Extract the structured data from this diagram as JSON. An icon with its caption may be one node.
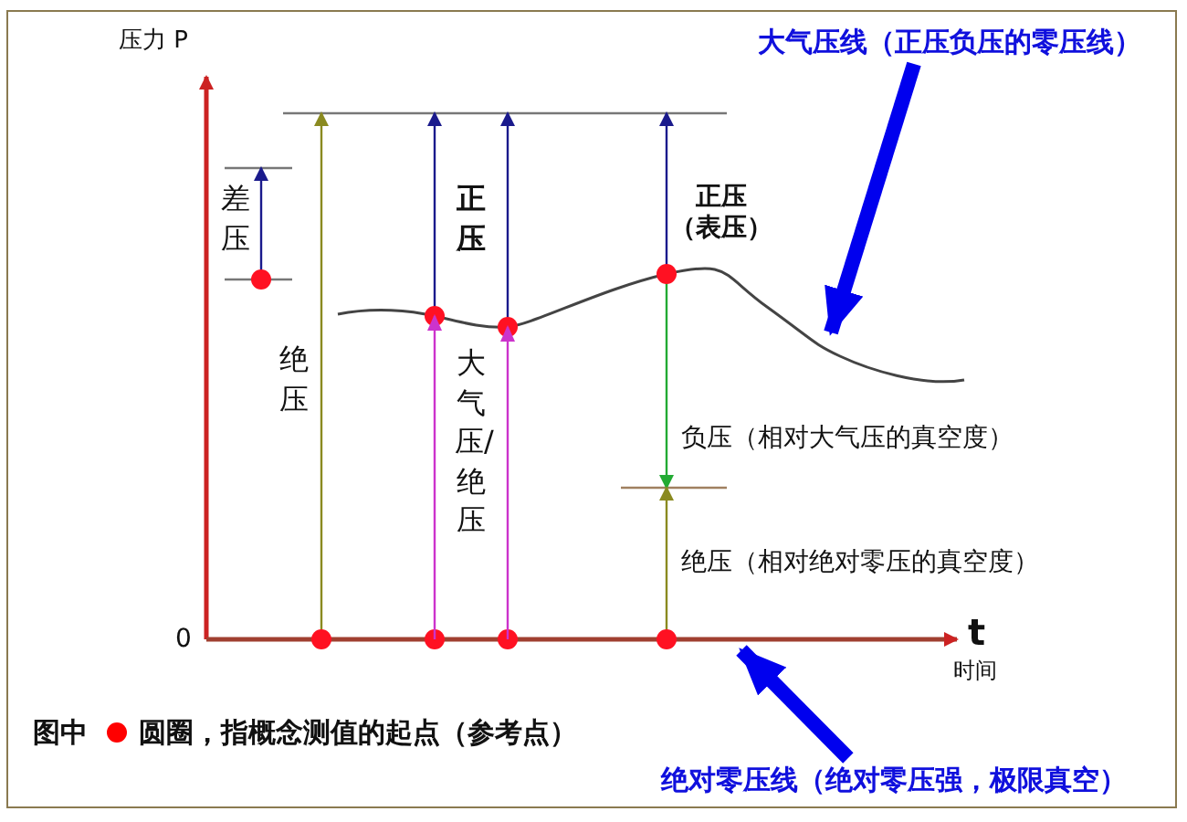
{
  "diagram": {
    "nodes": [
      {
        "text": [
          "大气压线（正压负压的零压线）"
        ]
      },
      {
        "text": [],
        "shape": "curve"
      },
      {
        "text": [
          "绝对零压线（绝对零压强，极限真空）"
        ]
      },
      {
        "text": [],
        "shape": "line"
      }
    ],
    "edges": [
      {
        "from": 0,
        "to": 1,
        "arrow": "to",
        "style": "thick"
      },
      {
        "from": 2,
        "to": 3,
        "arrow": "to",
        "style": "thick"
      },
      {
        "from": 3,
        "to": 1,
        "arrow": "to",
        "color": "#cc33cc"
      },
      {
        "from": 3,
        "to": 1,
        "arrow": "to",
        "color": "#cc33cc"
      }
    ],
    "labels": [
      "压力 P",
      "差压",
      "正压",
      "正压（表压）",
      "绝压",
      "大气压/绝压",
      "负压（相对大气压的真空度）",
      "绝压（相对绝对零压的真空度）",
      "0",
      "t",
      "时间",
      "图中"
    ],
    "legend": [
      {
        "text": "圆圈，指概念测值的起点（参考点）",
        "color": "#ff0000"
      }
    ]
  }
}
